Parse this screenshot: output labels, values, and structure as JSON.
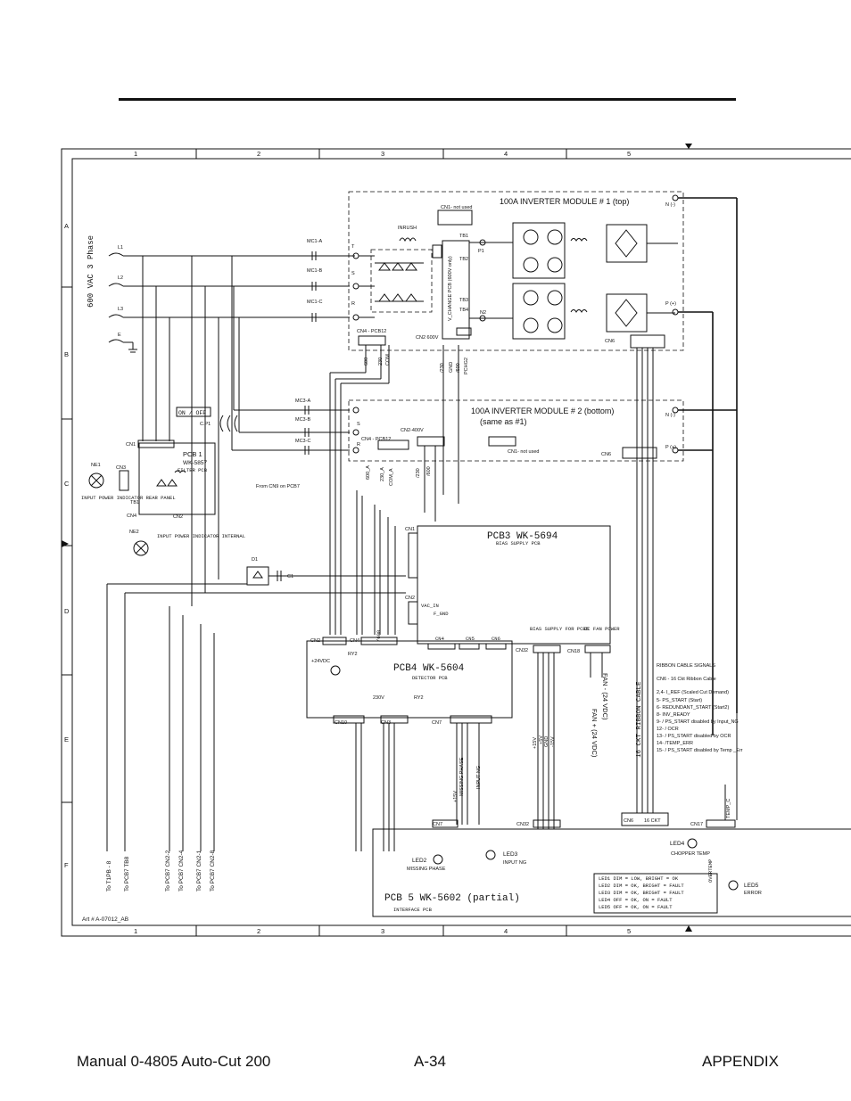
{
  "grid": {
    "columns": [
      "1",
      "2",
      "3",
      "4",
      "5"
    ],
    "rows": [
      "A",
      "B",
      "C",
      "D",
      "E",
      "F"
    ]
  },
  "inputs": {
    "phase_label": "600 VAC 3 Phase",
    "lines": [
      "L1",
      "L2",
      "L3",
      "E"
    ]
  },
  "module1": {
    "title": "100A INVERTER MODULE # 1 (top)",
    "cn1": "CN1- not used",
    "inrush": "INRUSH",
    "tb": [
      "TB1",
      "TB2",
      "TB3",
      "TB4"
    ],
    "p1": "P1",
    "n2": "N2",
    "n_term": "N (-)",
    "p_term": "P (+)",
    "cn6": "CN6",
    "cn2": "CN2 600V",
    "cn4": "CN4 - PCB12",
    "mc": [
      "MC1-A",
      "MC1-B",
      "MC1-C"
    ],
    "phases": [
      "T",
      "S",
      "R"
    ],
    "vchange": "V_CHANGE PCB (600V only)",
    "cn4_pins": [
      "600",
      "230",
      "COM"
    ],
    "cn2_pins": [
      "/230",
      "GND",
      "/600",
      "PCHG2"
    ]
  },
  "module2": {
    "title": "100A INVERTER MODULE # 2 (bottom)",
    "subtitle": "(same as #1)",
    "mc": [
      "MC3-A",
      "MC3-B",
      "MC3-C"
    ],
    "phases": [
      "S",
      "R"
    ],
    "cn4": "CN4 - PCB12",
    "cn2": "CN2-400V",
    "cn1": "CN1- not used",
    "n_term": "N (-)",
    "p_term": "P (+)",
    "cn6": "CN6",
    "cn4_pins": [
      "600_A",
      "230_A",
      "COM_A"
    ],
    "cn2_pins": [
      "/230",
      "/600"
    ]
  },
  "pcb1": {
    "title": "PCB 1",
    "part": "WK-5857",
    "sub": "FILTER PCB",
    "cn": [
      "CN1",
      "CN2",
      "CN3",
      "CN4"
    ],
    "ne1": "NE1",
    "ne2": "NE2",
    "tb1": "TB1",
    "on_off": "ON / OFF",
    "cp1": "C.P1",
    "ne1_desc": "INPUT POWER INDICATOR REAR PANEL",
    "ne2_desc": "INPUT POWER INDICATOR INTERNAL"
  },
  "misc": {
    "from_cn9": "From CN9 on PCB7",
    "d1": "D1",
    "c1": "C1",
    "art": "Art # A-07012_AB"
  },
  "pcb3": {
    "title": "PCB3  WK-5694",
    "sub": "BIAS SUPPLY PCB",
    "cn1": "CN1",
    "cn2": "CN2",
    "vac": "VAC_IN",
    "fgnd": "F_GND",
    "bias_for": "BIAS SUPPLY FOR PCB5",
    "dc_fan": "DC FAN POWER",
    "cn_small": [
      "CN4",
      "CN5",
      "CN6"
    ],
    "cn32": "CN32",
    "cn18": "CN18",
    "fan_plus": "FAN + (24 VDC)",
    "fan_minus": "FAN - (24 VDC)",
    "pins_600": "/600"
  },
  "pcb4": {
    "title": "PCB4  WK-5604",
    "sub": "DETECTOR PCB",
    "cn": [
      "CN2",
      "CN4",
      "CN10",
      "CN3",
      "CN7"
    ],
    "ry": [
      "RY2",
      "RY2"
    ],
    "v230": "230V",
    "v24": "+24VDC"
  },
  "ribbon": {
    "vertical": "16 CKT RIBBON CABLE",
    "title": "RIBBON CABLE SIGNALS",
    "subtitle": "CN6 - 16 Ckt Ribbon Cable",
    "signals": [
      "2,4- I_REF (Scaled Cut Demand)",
      "5- PS_START (Start)",
      "6- REDUNDANT_START (Start2)",
      "8- INV_READY",
      "9- / PS_START disabled by Input_NG",
      "12- / OCR",
      "13- / PS_START disabled by OCR",
      "14- /TEMP_ERR",
      "15- / PS_START disabled by Temp _Err"
    ],
    "temp": "TEMP_C",
    "overtemp": "OVERTEMP"
  },
  "pcb5": {
    "title": "PCB 5 WK-5602 (partial)",
    "sub": "INTERFACE PCB",
    "cn7": "CN7",
    "cn32": "CN32",
    "cn6": "CN6",
    "ckt": "16 CKT",
    "cn17": "CN17",
    "led2": "LED2",
    "led2_desc": "MISSING PHASE",
    "led3": "LED3",
    "led3_desc": "INPUT NG",
    "led4": "LED4",
    "led4_desc": "CHOPPER TEMP",
    "led5": "LED5",
    "led5_desc": "ERROR",
    "missing_phase": "MISSING PHASE",
    "input_ng": "INPUT NG",
    "v15": "+15V",
    "table": [
      "LED1   DIM = LOW, BRIGHT = OK",
      "LED2   DIM = OK, BRIGHT = FAULT",
      "LED3   DIM = OK, BRIGHT = FAULT",
      "LED4   OFF = OK, ON = FAULT",
      "LED5   OFF = OK, ON = FAULT"
    ],
    "bottom_pins": [
      "+15V",
      "+5V",
      "GND",
      "-15V"
    ]
  },
  "connections": [
    "To T1PB - 8",
    "To PCB7 TB8",
    "To PCB7 CN2-2",
    "To PCB7 CN2-4",
    "To PCB7 CN2-1",
    "To PCB7 CN2-8"
  ],
  "footer": {
    "left": "Manual  0-4805 Auto-Cut 200",
    "page": "A-34",
    "section": "APPENDIX"
  }
}
